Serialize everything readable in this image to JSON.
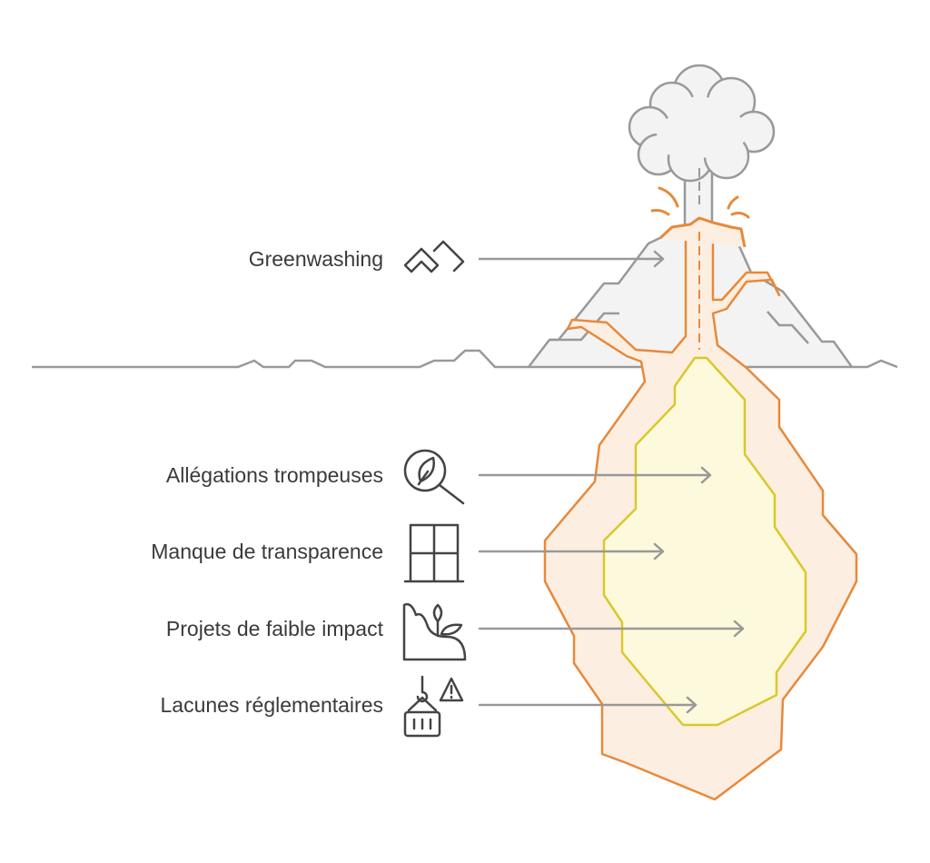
{
  "labels": {
    "surface": "Greenwashing",
    "items": [
      "Allégations trompeuses",
      "Manque de transparence",
      "Projets de faible impact",
      "Lacunes réglementaires"
    ]
  },
  "icons": [
    "roof-chevrons-icon",
    "leaf-magnifier-icon",
    "window-icon",
    "plant-cliff-icon",
    "crane-container-warning-icon"
  ],
  "colors": {
    "orange": "#e8893a",
    "orange_fill": "#fdeee2",
    "yellow": "#d8c92b",
    "yellow_fill": "#fdf9dc",
    "gray": "#999999",
    "gray_fill": "#f3f3f3",
    "text": "#3a3a3a"
  }
}
